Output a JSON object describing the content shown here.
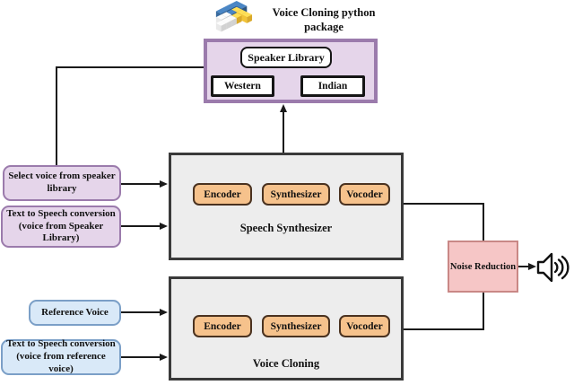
{
  "title": "Voice Cloning python package",
  "speaker_library": {
    "title": "Speaker Library",
    "categories": [
      "Western",
      "Indian"
    ]
  },
  "speech_synthesizer": {
    "label": "Speech Synthesizer",
    "modules": [
      "Encoder",
      "Synthesizer",
      "Vocoder"
    ]
  },
  "voice_cloning": {
    "label": "Voice Cloning",
    "modules": [
      "Encoder",
      "Synthesizer",
      "Vocoder"
    ]
  },
  "inputs": {
    "select_voice": "Select voice from speaker library",
    "tts_speaker_library": "Text to Speech conversion (voice from Speaker Library)",
    "reference_voice": "Reference Voice",
    "tts_reference_voice": "Text to Speech conversion (voice from reference voice)"
  },
  "output": {
    "noise_reduction": "Noise Reduction"
  },
  "icons": {
    "python_logo": "python-3d-blocks-logo",
    "speaker": "loudspeaker-with-sound-waves"
  },
  "colors": {
    "purple_fill": "#e5d5ea",
    "purple_border": "#9b7bac",
    "blue_fill": "#d9e9f8",
    "blue_border": "#7b9fc7",
    "gray_fill": "#ededed",
    "gray_border": "#3a3a3a",
    "orange_fill": "#f6c28c",
    "orange_border": "#4a3220",
    "pink_fill": "#f6c6c6",
    "pink_border": "#c98886",
    "line": "#1a1a1a"
  }
}
